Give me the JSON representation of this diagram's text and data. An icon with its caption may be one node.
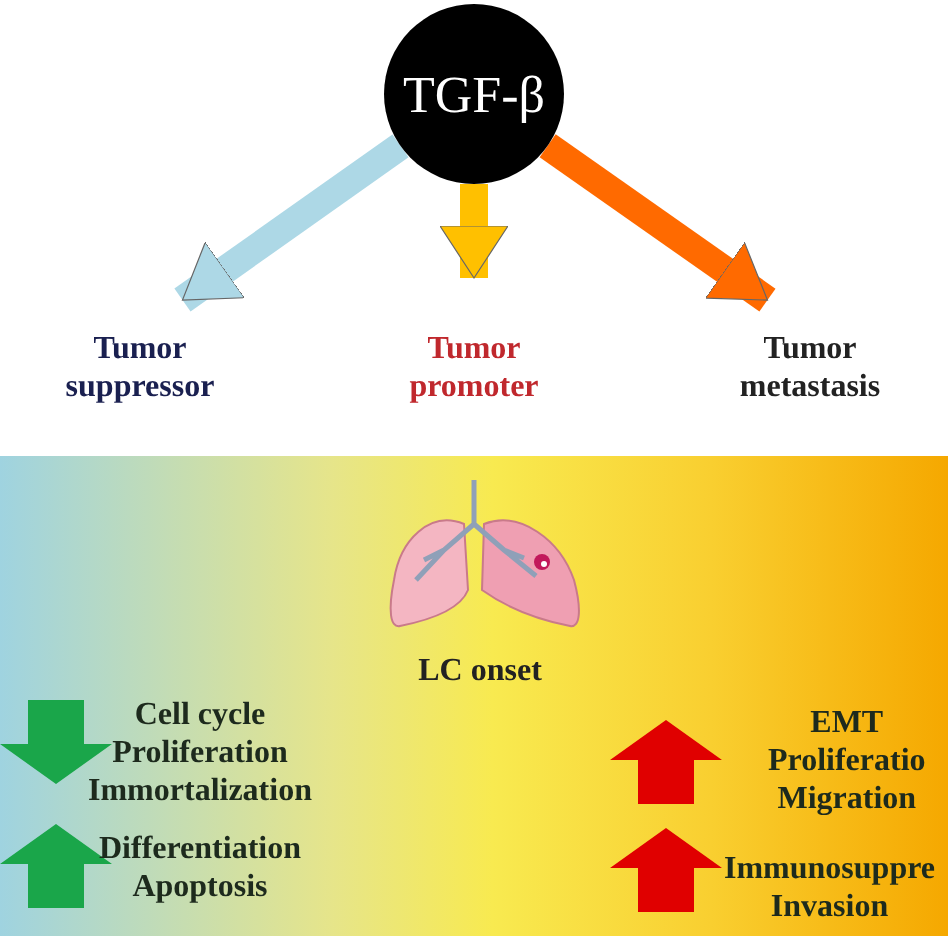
{
  "diagram": {
    "nodes": [
      {
        "text": [
          "TGF-β"
        ]
      },
      {
        "text": [
          "Tumor suppressor"
        ]
      },
      {
        "text": [
          "Tumor promoter"
        ]
      },
      {
        "text": [
          "Tumor metastasis"
        ]
      }
    ],
    "edges": [
      {
        "from": 0,
        "to": 1,
        "arrow": "to",
        "color": "#add8e6"
      },
      {
        "from": 0,
        "to": 2,
        "arrow": "to",
        "color": "#ffc000"
      },
      {
        "from": 0,
        "to": 3,
        "arrow": "to",
        "color": "#ff6a00"
      }
    ],
    "labels": [
      "LC onset",
      "Cell cycle Proliferation Immortalization",
      "Differentiation Apoptosis",
      "EMT Proliferatio Migration",
      "Immunosuppre Invasion"
    ]
  }
}
